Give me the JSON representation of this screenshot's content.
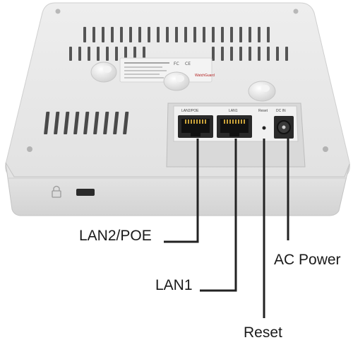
{
  "port_labels": {
    "lan2poe": "LAN2/POE",
    "lan1": "LAN1",
    "reset": "Reset",
    "ac_power": "AC Power"
  },
  "device_printed_labels": {
    "lan2poe": "LAN2/POE",
    "lan1": "LAN1",
    "reset": "Reset",
    "dc_in": "DC IN",
    "brand": "WatchGuard"
  },
  "colors": {
    "device_body": "#e8e8e8",
    "device_shadow": "#c9c9c9",
    "callout_line": "#222222",
    "vent_slot": "#4a4a4a",
    "port_panel": "#1e1e1e"
  },
  "icons": [
    "lock-icon"
  ]
}
